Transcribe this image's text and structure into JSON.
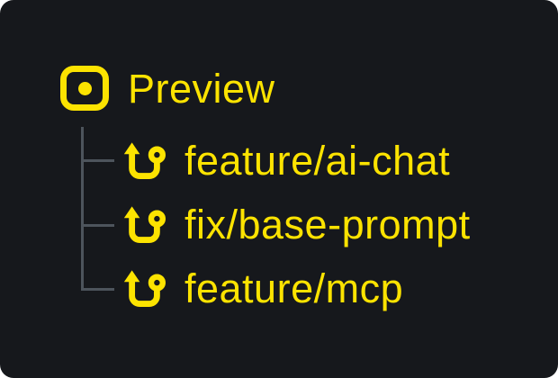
{
  "theme": {
    "accent": "#FCE300",
    "panel_bg": "#16181C",
    "line_color": "#4D545C",
    "canvas_bg": "#FFFFFF"
  },
  "tree": {
    "root": {
      "label": "Preview",
      "icon": "dot-square-icon"
    },
    "branches": [
      {
        "label": "feature/ai-chat",
        "icon": "git-branch-icon"
      },
      {
        "label": "fix/base-prompt",
        "icon": "git-branch-icon"
      },
      {
        "label": "feature/mcp",
        "icon": "git-branch-icon"
      }
    ]
  }
}
